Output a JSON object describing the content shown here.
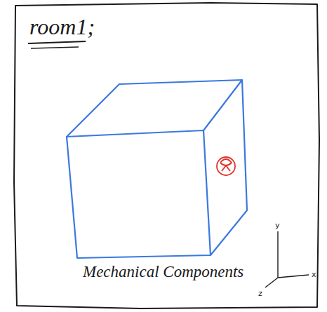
{
  "diagram": {
    "title": "room1;",
    "caption": "Mechanical Components",
    "labels": [
      "y",
      "x",
      "z"
    ]
  }
}
